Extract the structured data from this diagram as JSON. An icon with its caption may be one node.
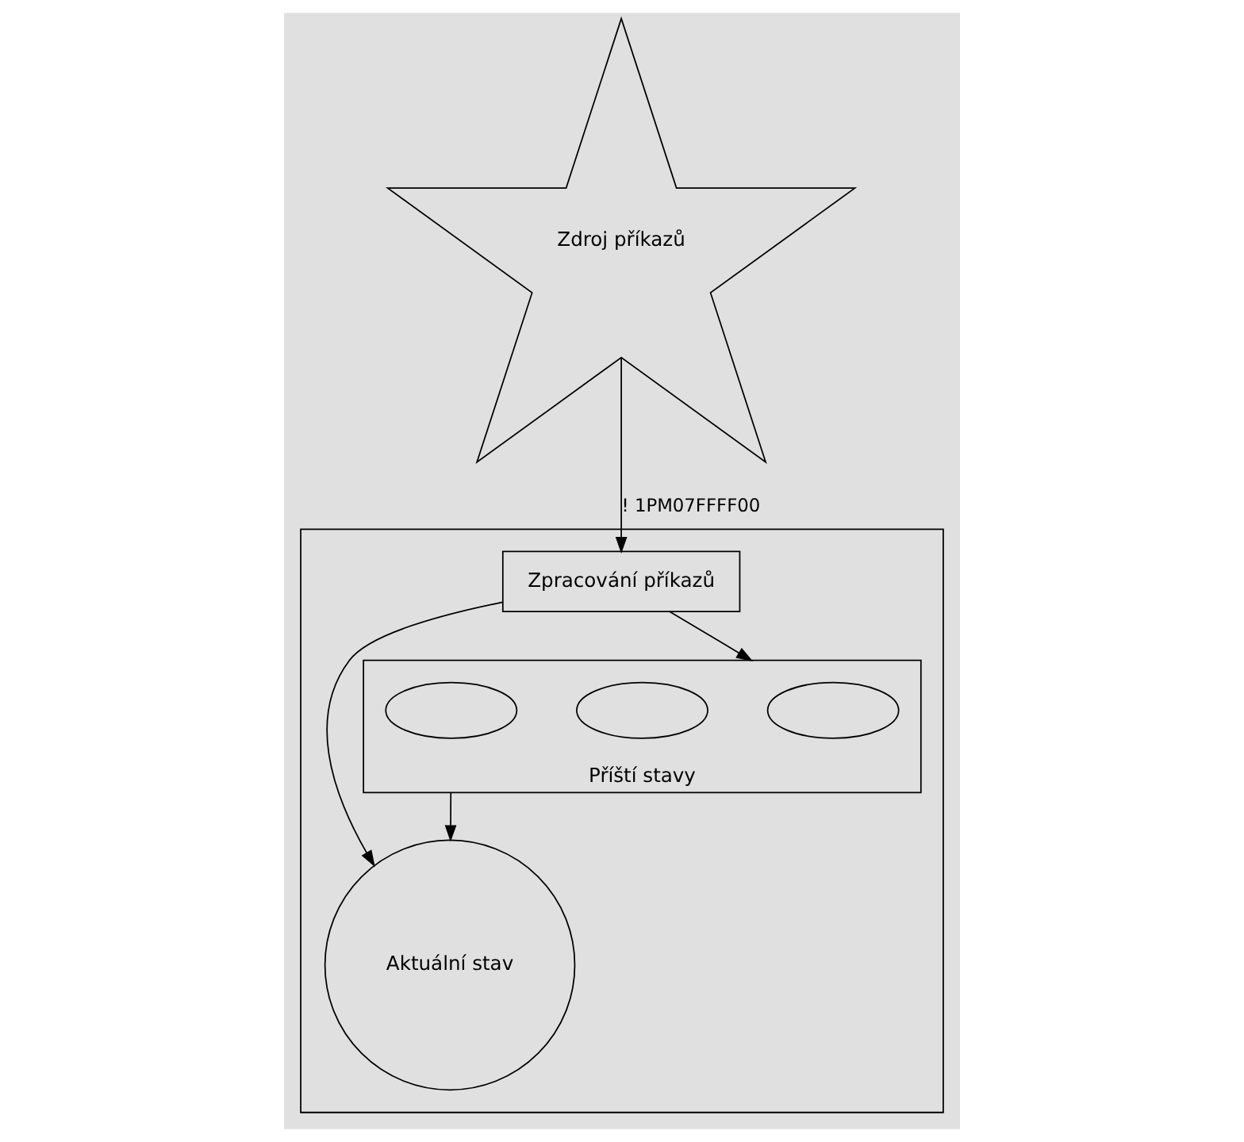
{
  "diagram": {
    "nodes": [
      {
        "text": [],
        "shape": "box"
      },
      {
        "text": [
          "Zpracování příkazů"
        ],
        "in": 0
      },
      {
        "text": [
          "Aktuální stav"
        ],
        "in": 0
      },
      {
        "text": [
          "Příští stavy"
        ],
        "in": 0
      },
      {
        "text": [],
        "shape": "ellipse",
        "in": 3
      },
      {
        "text": [],
        "shape": "ellipse",
        "in": 3
      },
      {
        "text": [],
        "shape": "ellipse",
        "in": 3
      },
      {
        "text": [
          "Zdroj příkazů"
        ]
      }
    ],
    "edges": [
      {
        "from": 1,
        "to": 2,
        "arrow": "to"
      },
      {
        "from": 1,
        "to": 3,
        "arrow": "to"
      },
      {
        "from": 3,
        "to": 2,
        "arrow": "to"
      },
      {
        "from": 7,
        "to": 1,
        "arrow": "to",
        "label": "! 1PM07FFFF00"
      }
    ]
  }
}
